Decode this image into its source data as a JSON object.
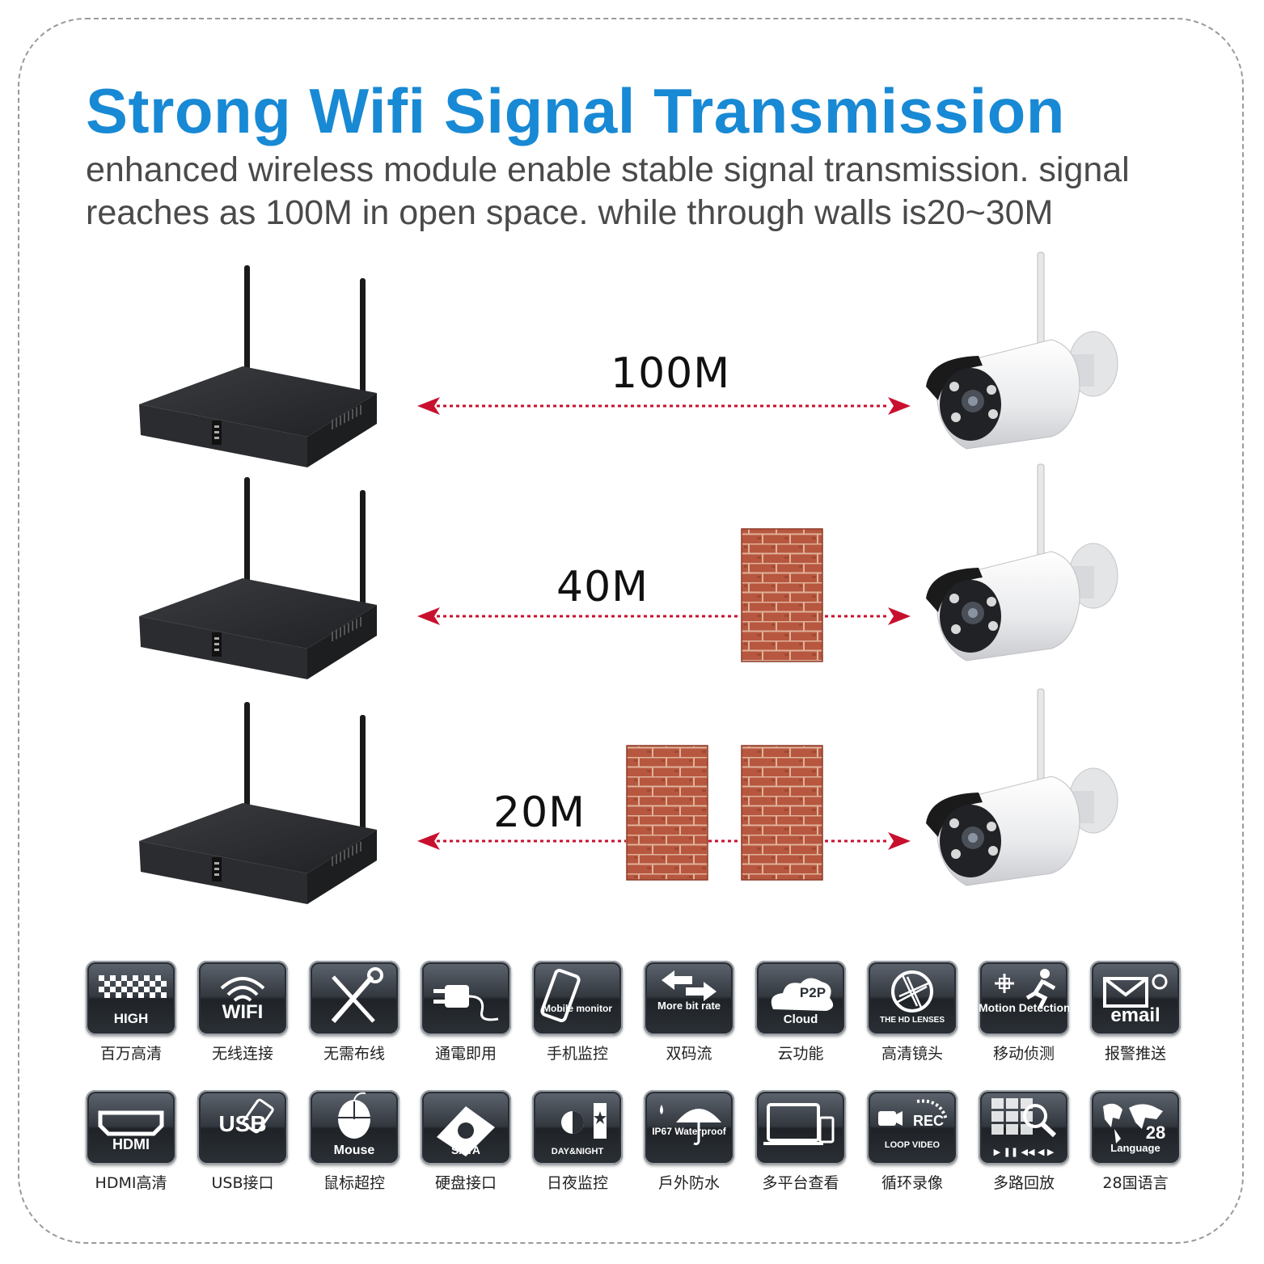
{
  "title": "Strong Wifi Signal Transmission",
  "subtitle": {
    "line1": "enhanced wireless module enable stable signal transmission. signal",
    "line2": "reaches as 100M in open space. while through walls is20~30M"
  },
  "scenarios": [
    {
      "distance": "100M",
      "walls": 0
    },
    {
      "distance": "40M",
      "walls": 1
    },
    {
      "distance": "20M",
      "walls": 2
    }
  ],
  "colors": {
    "title": "#1889d4",
    "arrow": "#c8102e",
    "brick": "#b0503a"
  },
  "features_row1": [
    {
      "icon": "checkerboard-icon",
      "tile_text": "HIGH",
      "caption": "百万高清"
    },
    {
      "icon": "wifi-icon",
      "tile_text": "WIFI",
      "caption": "无线连接"
    },
    {
      "icon": "tools-icon",
      "tile_text": "",
      "caption": "无需布线"
    },
    {
      "icon": "power-plug-icon",
      "tile_text": "",
      "caption": "通電即用"
    },
    {
      "icon": "mobile-icon",
      "tile_text": "Mobile monitor",
      "caption": "手机监控"
    },
    {
      "icon": "arrows-icon",
      "tile_text": "More bit rate",
      "caption": "双码流"
    },
    {
      "icon": "cloud-icon",
      "tile_text": "Cloud",
      "badge": "P2P",
      "caption": "云功能"
    },
    {
      "icon": "aperture-icon",
      "tile_text": "THE HD LENSES",
      "caption": "高清镜头"
    },
    {
      "icon": "running-man-icon",
      "tile_text": "Motion Detection",
      "caption": "移动侦测"
    },
    {
      "icon": "envelope-icon",
      "tile_text": "email",
      "caption": "报警推送"
    }
  ],
  "features_row2": [
    {
      "icon": "hdmi-icon",
      "tile_text": "HDMI",
      "caption": "HDMI高清"
    },
    {
      "icon": "usb-icon",
      "tile_text": "USB",
      "caption": "USB接口"
    },
    {
      "icon": "mouse-icon",
      "tile_text": "Mouse",
      "caption": "鼠标超控"
    },
    {
      "icon": "hdd-icon",
      "tile_text": "SATA",
      "caption": "硬盘接口"
    },
    {
      "icon": "day-night-icon",
      "tile_text": "DAY&NIGHT",
      "caption": "日夜监控"
    },
    {
      "icon": "umbrella-icon",
      "tile_text": "IP67 Waterproof",
      "caption": "戶外防水"
    },
    {
      "icon": "devices-icon",
      "tile_text": "",
      "caption": "多平台查看"
    },
    {
      "icon": "rec-icon",
      "tile_text": "LOOP VIDEO",
      "badge": "REC",
      "caption": "循环录像"
    },
    {
      "icon": "grid-zoom-icon",
      "tile_text": "",
      "caption": "多路回放"
    },
    {
      "icon": "world-map-icon",
      "tile_text": "Language",
      "badge": "28",
      "caption": "28国语言"
    }
  ]
}
